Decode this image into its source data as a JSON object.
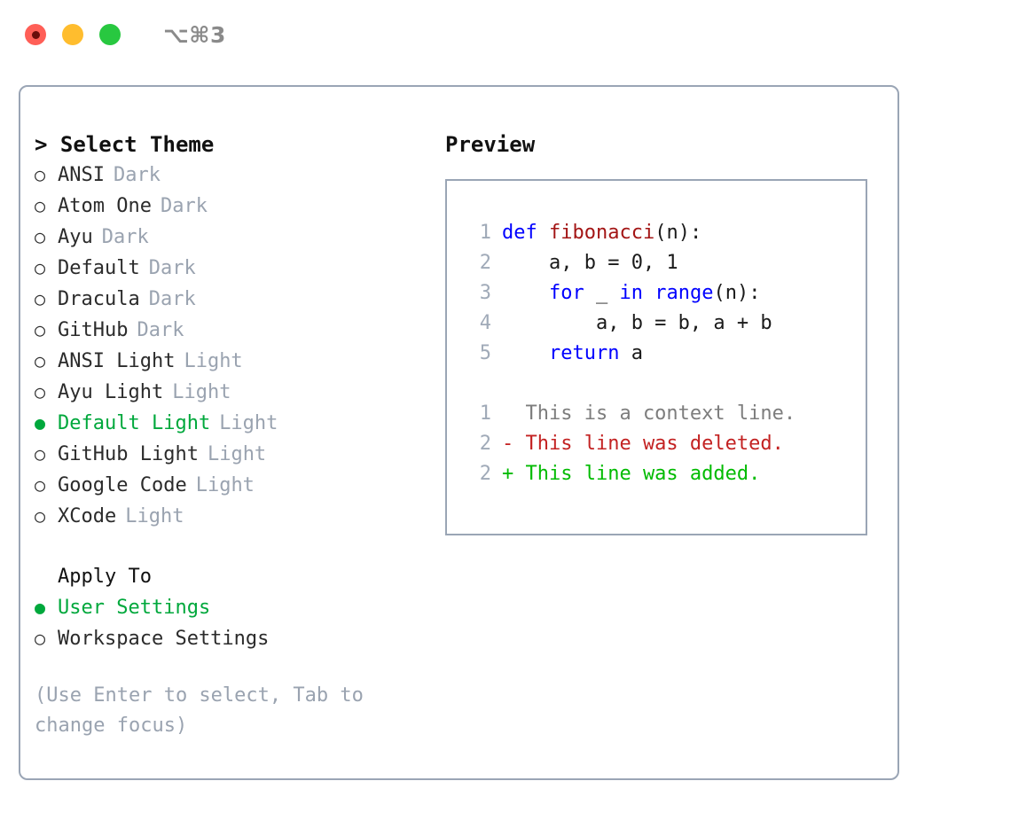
{
  "titlebar": {
    "shortcut": "⌥⌘3",
    "dots": [
      {
        "name": "close",
        "color": "#ff5f57"
      },
      {
        "name": "minimize",
        "color": "#ffbd2e"
      },
      {
        "name": "maximize",
        "color": "#28c840"
      }
    ]
  },
  "theme_picker": {
    "header": "> Select Theme",
    "items": [
      {
        "marker": "○",
        "name": "ANSI",
        "mode": "Dark",
        "selected": false
      },
      {
        "marker": "○",
        "name": "Atom One",
        "mode": "Dark",
        "selected": false
      },
      {
        "marker": "○",
        "name": "Ayu",
        "mode": "Dark",
        "selected": false
      },
      {
        "marker": "○",
        "name": "Default",
        "mode": "Dark",
        "selected": false
      },
      {
        "marker": "○",
        "name": "Dracula",
        "mode": "Dark",
        "selected": false
      },
      {
        "marker": "○",
        "name": "GitHub",
        "mode": "Dark",
        "selected": false
      },
      {
        "marker": "○",
        "name": "ANSI Light",
        "mode": "Light",
        "selected": false
      },
      {
        "marker": "○",
        "name": "Ayu Light",
        "mode": "Light",
        "selected": false
      },
      {
        "marker": "●",
        "name": "Default Light",
        "mode": "Light",
        "selected": true
      },
      {
        "marker": "○",
        "name": "GitHub Light",
        "mode": "Light",
        "selected": false
      },
      {
        "marker": "○",
        "name": "Google Code",
        "mode": "Light",
        "selected": false
      },
      {
        "marker": "○",
        "name": "XCode",
        "mode": "Light",
        "selected": false
      }
    ]
  },
  "apply_to": {
    "header": "Apply To",
    "items": [
      {
        "marker": "●",
        "name": "User Settings",
        "selected": true
      },
      {
        "marker": "○",
        "name": "Workspace Settings",
        "selected": false
      }
    ]
  },
  "hint": "(Use Enter to select, Tab to change focus)",
  "preview": {
    "title": "Preview",
    "code_lines": [
      {
        "no": "1",
        "segments": [
          {
            "text": "def ",
            "kind": "kw"
          },
          {
            "text": "fibonacci",
            "kind": "fn"
          },
          {
            "text": "(n):",
            "kind": "plain"
          }
        ]
      },
      {
        "no": "2",
        "segments": [
          {
            "text": "    a, b = 0, 1",
            "kind": "plain"
          }
        ]
      },
      {
        "no": "3",
        "segments": [
          {
            "text": "    ",
            "kind": "plain"
          },
          {
            "text": "for",
            "kind": "kw"
          },
          {
            "text": " _ ",
            "kind": "plain"
          },
          {
            "text": "in",
            "kind": "kw"
          },
          {
            "text": " ",
            "kind": "plain"
          },
          {
            "text": "range",
            "kind": "kw"
          },
          {
            "text": "(n):",
            "kind": "plain"
          }
        ]
      },
      {
        "no": "4",
        "segments": [
          {
            "text": "        a, b = b, a + b",
            "kind": "plain"
          }
        ]
      },
      {
        "no": "5",
        "segments": [
          {
            "text": "    ",
            "kind": "plain"
          },
          {
            "text": "return",
            "kind": "kw"
          },
          {
            "text": " a",
            "kind": "plain"
          }
        ]
      }
    ],
    "diff_lines": [
      {
        "no": "1",
        "text": "  This is a context line.",
        "kind": "ctx"
      },
      {
        "no": "2",
        "text": "- This line was deleted.",
        "kind": "del"
      },
      {
        "no": "2",
        "text": "+ This line was added.",
        "kind": "add"
      }
    ]
  },
  "colors": {
    "accent_green": "#00a83c",
    "border": "#9aa5b5",
    "muted": "#9aa3b0",
    "keyword": "#0000ff",
    "function": "#a31515",
    "diff_delete": "#c32222",
    "diff_add": "#00bb00",
    "line_number": "#a0aab8"
  }
}
